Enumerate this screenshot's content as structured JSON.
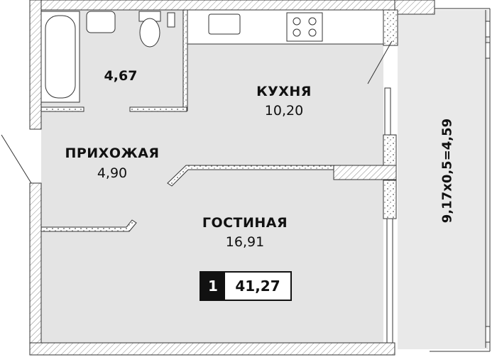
{
  "rooms": {
    "bathroom": {
      "area": "4,67"
    },
    "kitchen": {
      "name": "КУХНЯ",
      "area": "10,20"
    },
    "hallway": {
      "name": "ПРИХОЖАЯ",
      "area": "4,90"
    },
    "living": {
      "name": "ГОСТИНАЯ",
      "area": "16,91"
    },
    "balcony": {
      "area": "9,17x0,5=4,59"
    }
  },
  "summary": {
    "rooms": "1",
    "total_area": "41,27"
  },
  "colors": {
    "floor": "#e7e7e7",
    "wall_hatch": "#8a8a8a",
    "wall_fill": "#ffffff",
    "line": "#333333",
    "badge": "#111111"
  }
}
